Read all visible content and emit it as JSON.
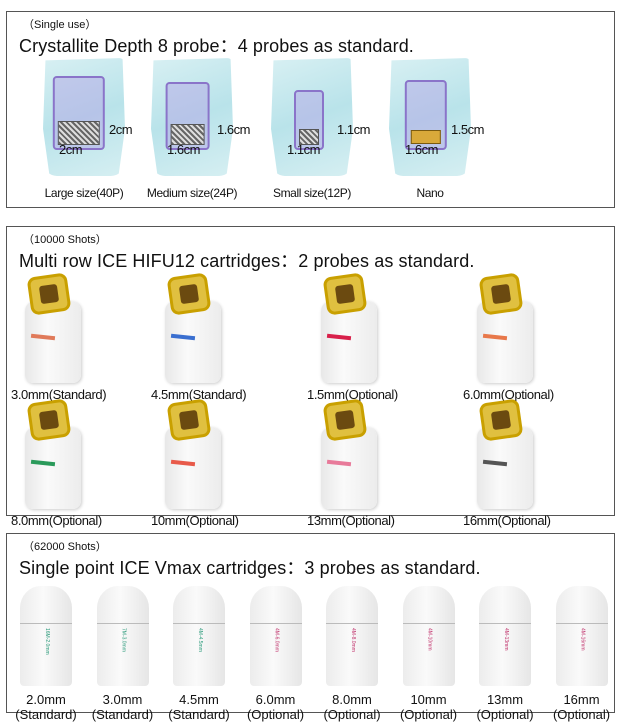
{
  "section1": {
    "subtitle": "（Single use）",
    "title": "Crystallite Depth 8 probe：4 probes as standard.",
    "items": [
      {
        "label": "Large size(40P)",
        "width": "2cm",
        "height": "2cm",
        "type": "grid"
      },
      {
        "label": "Medium size(24P)",
        "width": "1.6cm",
        "height": "1.6cm",
        "type": "grid"
      },
      {
        "label": "Small size(12P)",
        "width": "1.1cm",
        "height": "1.1cm",
        "type": "grid"
      },
      {
        "label": "Nano",
        "width": "1.6cm",
        "height": "1.5cm",
        "type": "gold"
      }
    ]
  },
  "section2": {
    "subtitle": "（10000 Shots）",
    "title": "Multi row ICE HIFU12 cartridges：2 probes as standard.",
    "items": [
      {
        "label": "3.0mm(Standard)",
        "color": "#e07a5a"
      },
      {
        "label": "4.5mm(Standard)",
        "color": "#3a6fd0"
      },
      {
        "label": "1.5mm(Optional)",
        "color": "#d8204a"
      },
      {
        "label": "6.0mm(Optional)",
        "color": "#e8784a"
      },
      {
        "label": "8.0mm(Optional)",
        "color": "#2a9a5a"
      },
      {
        "label": "10mm(Optional)",
        "color": "#e85a4a"
      },
      {
        "label": "13mm(Optional)",
        "color": "#e87a9a"
      },
      {
        "label": "16mm(Optional)",
        "color": "#555555"
      }
    ]
  },
  "section3": {
    "subtitle": "（62000 Shots）",
    "title": "Single point ICE Vmax cartridges：3 probes as standard.",
    "items": [
      {
        "depth": "2.0mm",
        "note": "(Standard)",
        "code": "16M-2.0mm",
        "color": "#2a9a7a"
      },
      {
        "depth": "3.0mm",
        "note": "(Standard)",
        "code": "7M-3.0mm",
        "color": "#2a9a7a"
      },
      {
        "depth": "4.5mm",
        "note": "(Standard)",
        "code": "4M-4.5mm",
        "color": "#2a9a7a"
      },
      {
        "depth": "6.0mm",
        "note": "(Optional)",
        "code": "4M-6.0mm",
        "color": "#c0306a"
      },
      {
        "depth": "8.0mm",
        "note": "(Optional)",
        "code": "4M-8.0mm",
        "color": "#c0306a"
      },
      {
        "depth": "10mm",
        "note": "(Optional)",
        "code": "4M-10mm",
        "color": "#c0306a"
      },
      {
        "depth": "13mm",
        "note": "(Optional)",
        "code": "4M-13mm",
        "color": "#c0306a"
      },
      {
        "depth": "16mm",
        "note": "(Optional)",
        "code": "4M-16mm",
        "color": "#c0306a"
      }
    ]
  }
}
